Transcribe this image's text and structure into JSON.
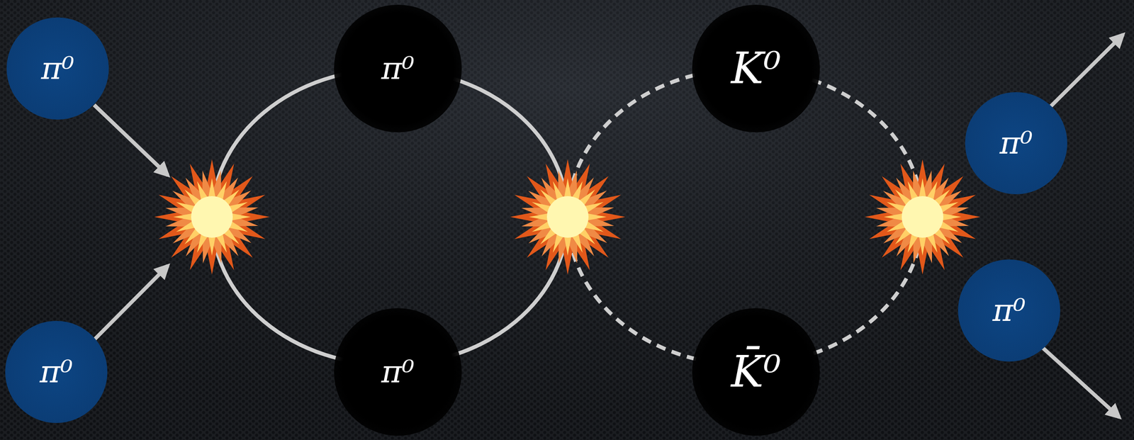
{
  "diagram": {
    "nodes": [
      {
        "text": [
          "π⁰"
        ]
      },
      {
        "text": [
          "π⁰"
        ]
      },
      {
        "text": [
          "π⁰"
        ]
      },
      {
        "text": [
          "π⁰"
        ]
      },
      {
        "text": [
          "K⁰"
        ]
      },
      {
        "text": [
          "K̄⁰"
        ]
      },
      {
        "text": [
          "π⁰"
        ]
      },
      {
        "text": [
          "π⁰"
        ]
      }
    ]
  }
}
